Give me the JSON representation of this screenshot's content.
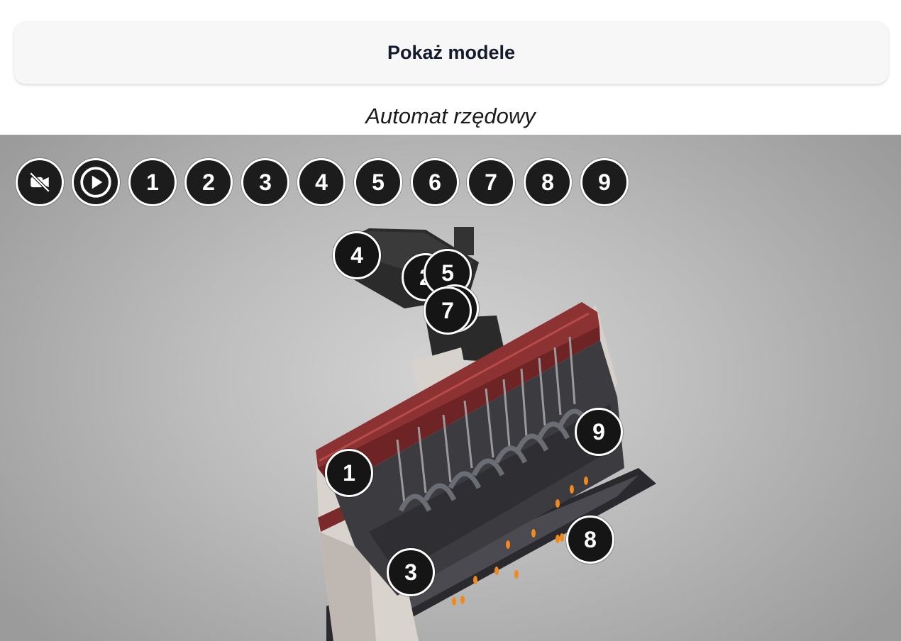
{
  "show_models_label": "Pokaż modele",
  "model_title": "Automat rzędowy",
  "controls": {
    "camera_off_icon": "camera-off-icon",
    "play_icon": "play-icon",
    "steps": [
      "1",
      "2",
      "3",
      "4",
      "5",
      "6",
      "7",
      "8",
      "9"
    ]
  },
  "hotspots": [
    "1",
    "2",
    "3",
    "4",
    "5",
    "6",
    "7",
    "8",
    "9"
  ],
  "colors": {
    "button_fill": "#1c1c1c",
    "button_border": "#ffffff",
    "beam_red": "#8c3232",
    "flame_orange": "#f08a1c"
  }
}
